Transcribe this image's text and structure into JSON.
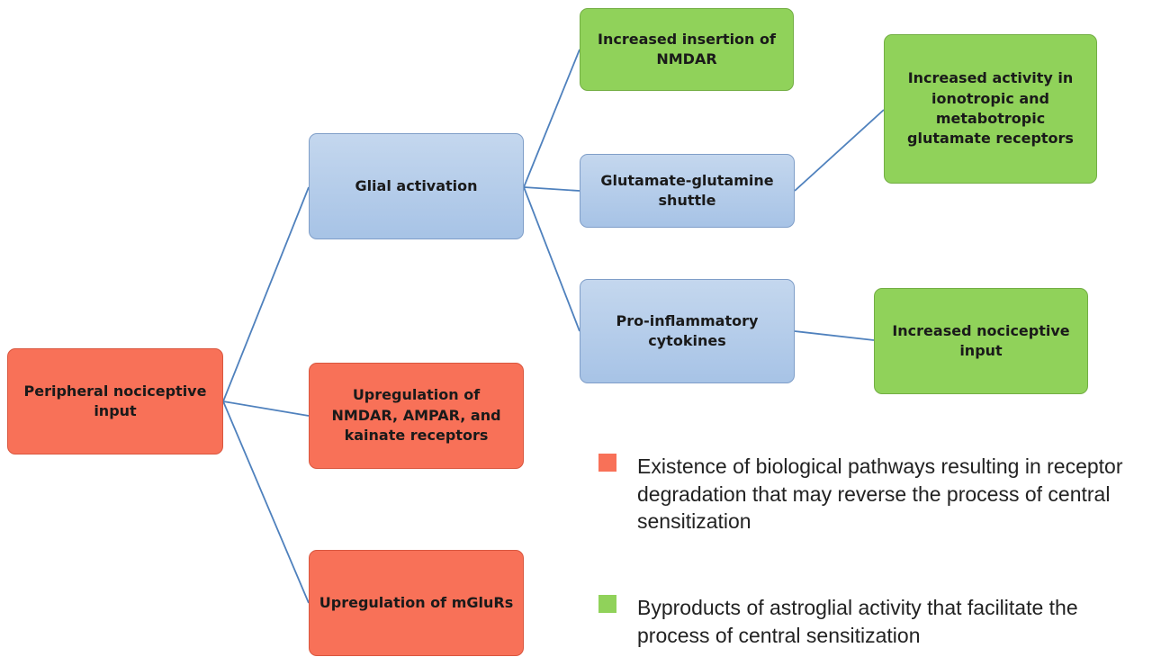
{
  "nodes": {
    "peripheral": "Peripheral nociceptive input",
    "glial": "Glial activation",
    "upreg_nmdar": "Upregulation of NMDAR, AMPAR, and kainate receptors",
    "upreg_mglurs": "Upregulation of mGluRs",
    "nmdar_insertion": "Increased insertion of NMDAR",
    "shuttle": "Glutamate-glutamine shuttle",
    "cytokines": "Pro-inflammatory cytokines",
    "glutamate_receptors": "Increased activity in ionotropic and metabotropic glutamate receptors",
    "nociceptive": "Increased nociceptive input"
  },
  "legend": {
    "red": {
      "color": "#f87158",
      "text": "Existence of biological pathways resulting in receptor degradation that may reverse the process of central sensitization"
    },
    "green": {
      "color": "#90d25a",
      "text": "Byproducts of astroglial activity that facilitate the process of central sensitization"
    }
  },
  "colors": {
    "connector": "#4f81bd"
  }
}
